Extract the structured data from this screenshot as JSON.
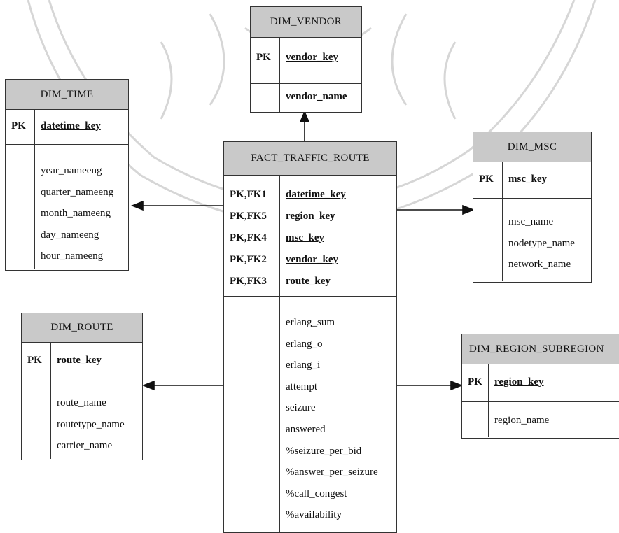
{
  "tables": {
    "dim_vendor": {
      "name": "DIM_VENDOR",
      "keys": [
        {
          "tag": "PK",
          "name": "vendor_key"
        }
      ],
      "attributes": [
        "vendor_name"
      ]
    },
    "dim_time": {
      "name": "DIM_TIME",
      "keys": [
        {
          "tag": "PK",
          "name": "datetime_key"
        }
      ],
      "attributes": [
        "year_nameeng",
        "quarter_nameeng",
        "month_nameeng",
        "day_nameeng",
        "hour_nameeng"
      ]
    },
    "dim_msc": {
      "name": "DIM_MSC",
      "keys": [
        {
          "tag": "PK",
          "name": "msc_key"
        }
      ],
      "attributes": [
        "msc_name",
        "nodetype_name",
        "network_name"
      ]
    },
    "fact_traffic_route": {
      "name": "FACT_TRAFFIC_ROUTE",
      "keys": [
        {
          "tag": "PK,FK1",
          "name": "datetime_key"
        },
        {
          "tag": "PK,FK5",
          "name": "region_key"
        },
        {
          "tag": "PK,FK4",
          "name": "msc_key"
        },
        {
          "tag": "PK,FK2",
          "name": "vendor_key"
        },
        {
          "tag": "PK,FK3",
          "name": "route_key"
        }
      ],
      "attributes": [
        "erlang_sum",
        "erlang_o",
        "erlang_i",
        "attempt",
        "seizure",
        "answered",
        "%seizure_per_bid",
        "%answer_per_seizure",
        "%call_congest",
        "%availability"
      ]
    },
    "dim_route": {
      "name": "DIM_ROUTE",
      "keys": [
        {
          "tag": "PK",
          "name": "route_key"
        }
      ],
      "attributes": [
        "route_name",
        "routetype_name",
        "carrier_name"
      ]
    },
    "dim_region_subregion": {
      "name": "DIM_REGION_SUBREGION",
      "keys": [
        {
          "tag": "PK",
          "name": "region_key"
        }
      ],
      "attributes": [
        "region_name"
      ]
    }
  }
}
